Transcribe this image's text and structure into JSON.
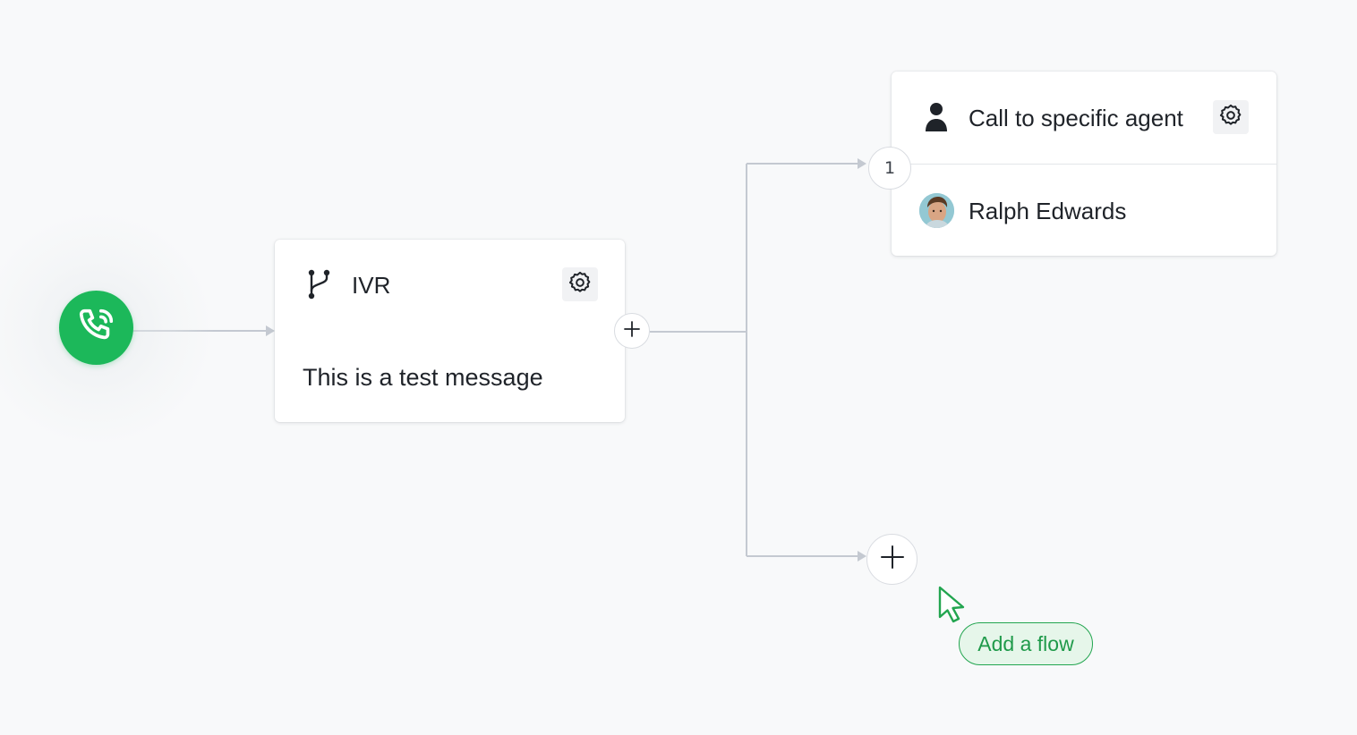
{
  "flow": {
    "start_node": {
      "icon": "phone-call-icon",
      "color": "#1cb85a"
    },
    "ivr_node": {
      "icon": "branch-icon",
      "title": "IVR",
      "message": "This is a test message",
      "settings_icon": "gear-icon"
    },
    "agent_node": {
      "branch_number": "1",
      "icon": "user-icon",
      "title": "Call to specific agent",
      "settings_icon": "gear-icon",
      "agent_name": "Ralph Edwards"
    },
    "add_flow": {
      "icon": "plus-icon",
      "tooltip": "Add a flow",
      "accent": "#22a54f"
    }
  },
  "colors": {
    "background": "#f8f9fa",
    "connector": "#c4c9d1",
    "card": "#ffffff",
    "text": "#1f2329"
  }
}
